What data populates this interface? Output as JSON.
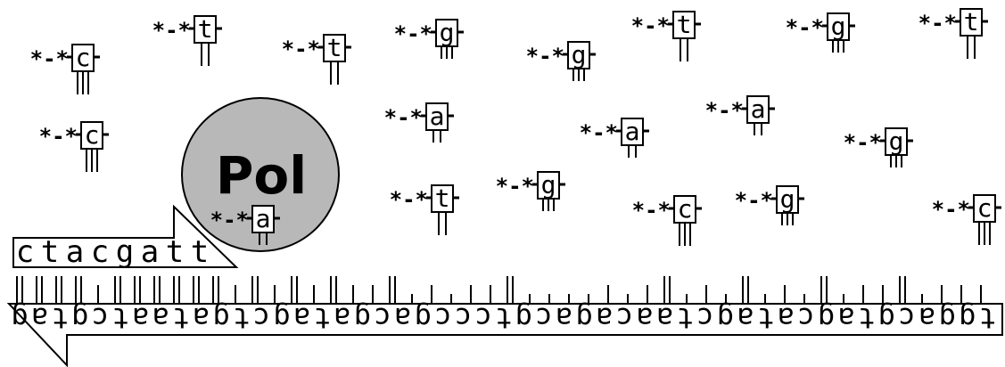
{
  "polymerase": {
    "label": "Pol",
    "fill": "#b8b8b8"
  },
  "primer": {
    "sequence": "ctacgatt"
  },
  "template": {
    "sequence": "gatgctaatagtcgatagcagccctgcagacaatcgatacgatgcaggt",
    "tick_pattern": [
      3,
      3,
      3,
      3,
      2,
      3,
      3,
      3,
      3,
      3,
      3,
      2,
      3,
      2,
      3,
      2,
      3,
      2,
      2,
      3,
      1,
      2,
      1,
      2,
      2,
      3,
      1,
      1,
      1,
      1,
      2,
      1,
      2,
      3,
      1,
      2,
      1,
      3,
      1,
      2,
      1,
      3,
      1,
      2,
      2,
      3,
      1,
      2,
      2,
      2
    ]
  },
  "nucleotides": [
    {
      "base": "c"
    },
    {
      "base": "t"
    },
    {
      "base": "t"
    },
    {
      "base": "g"
    },
    {
      "base": "g"
    },
    {
      "base": "t"
    },
    {
      "base": "g"
    },
    {
      "base": "t"
    },
    {
      "base": "c"
    },
    {
      "base": "a"
    },
    {
      "base": "a"
    },
    {
      "base": "a"
    },
    {
      "base": "g"
    },
    {
      "base": "a"
    },
    {
      "base": "t"
    },
    {
      "base": "g"
    },
    {
      "base": "c"
    },
    {
      "base": "g"
    },
    {
      "base": "c"
    }
  ],
  "phosphate_prefix": "*-*"
}
